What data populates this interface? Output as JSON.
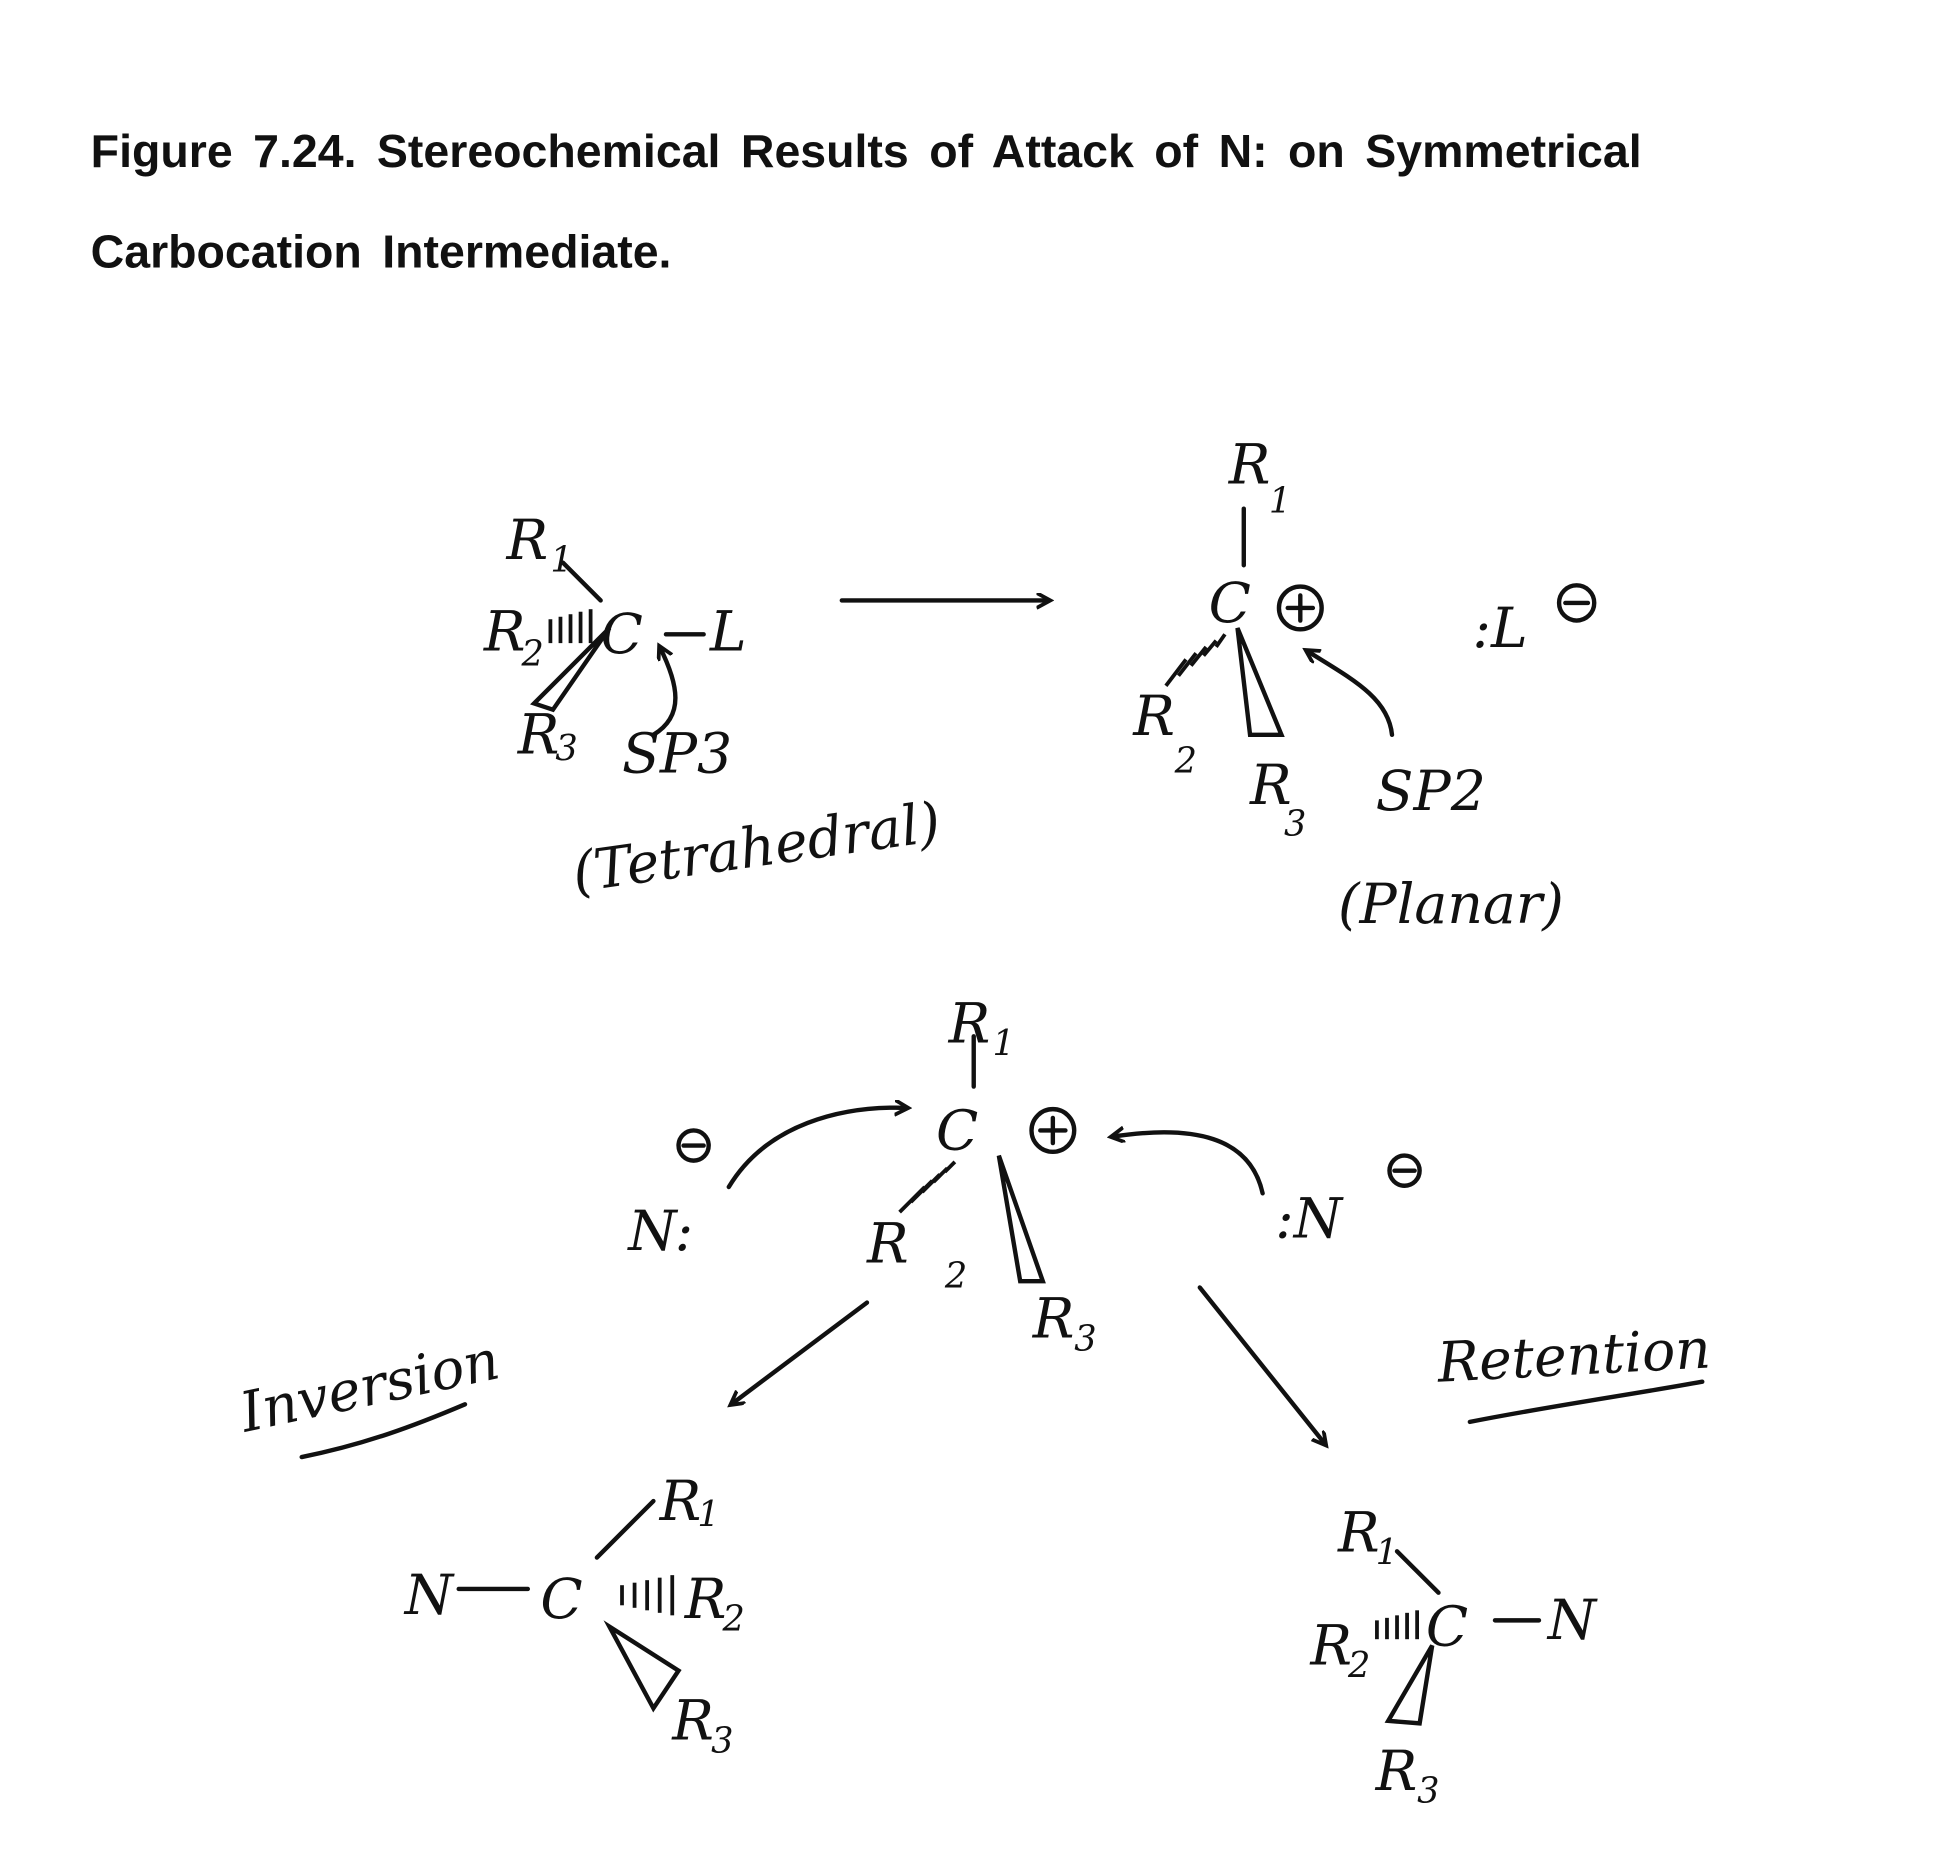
{
  "figure": {
    "caption_line1": "Figure 7.24.  Stereochemical Results of Attack of N: on Symmetrical",
    "caption_line2": "Carbocation  Intermediate."
  },
  "reactant": {
    "R1": "R",
    "R1_sub": "1",
    "R2": "R",
    "R2_sub": "2",
    "R3": "R",
    "R3_sub": "3",
    "C": "C",
    "L": "L",
    "hybrid": "SP3",
    "geometry": "(Tetrahedral)"
  },
  "carbocation": {
    "R1": "R",
    "R1_sub": "1",
    "R2": "R",
    "R2_sub": "2",
    "R3": "R",
    "R3_sub": "3",
    "C": "C",
    "hybrid": "SP2",
    "geometry": "(Planar)",
    "leaving_group": ":L"
  },
  "attack": {
    "R1": "R",
    "R1_sub": "1",
    "R2": "R",
    "R2_sub": "2",
    "R3": "R",
    "R3_sub": "3",
    "C": "C",
    "nucleophile_left": "N:",
    "nucleophile_right": ":N"
  },
  "inversion": {
    "label": "Inversion",
    "N": "N",
    "C": "C",
    "R1": "R",
    "R1_sub": "1",
    "R2": "R",
    "R2_sub": "2",
    "R3": "R",
    "R3_sub": "3"
  },
  "retention": {
    "label": "Retention",
    "N": "N",
    "C": "C",
    "R1": "R",
    "R1_sub": "1",
    "R2": "R",
    "R2_sub": "2",
    "R3": "R",
    "R3_sub": "3"
  }
}
